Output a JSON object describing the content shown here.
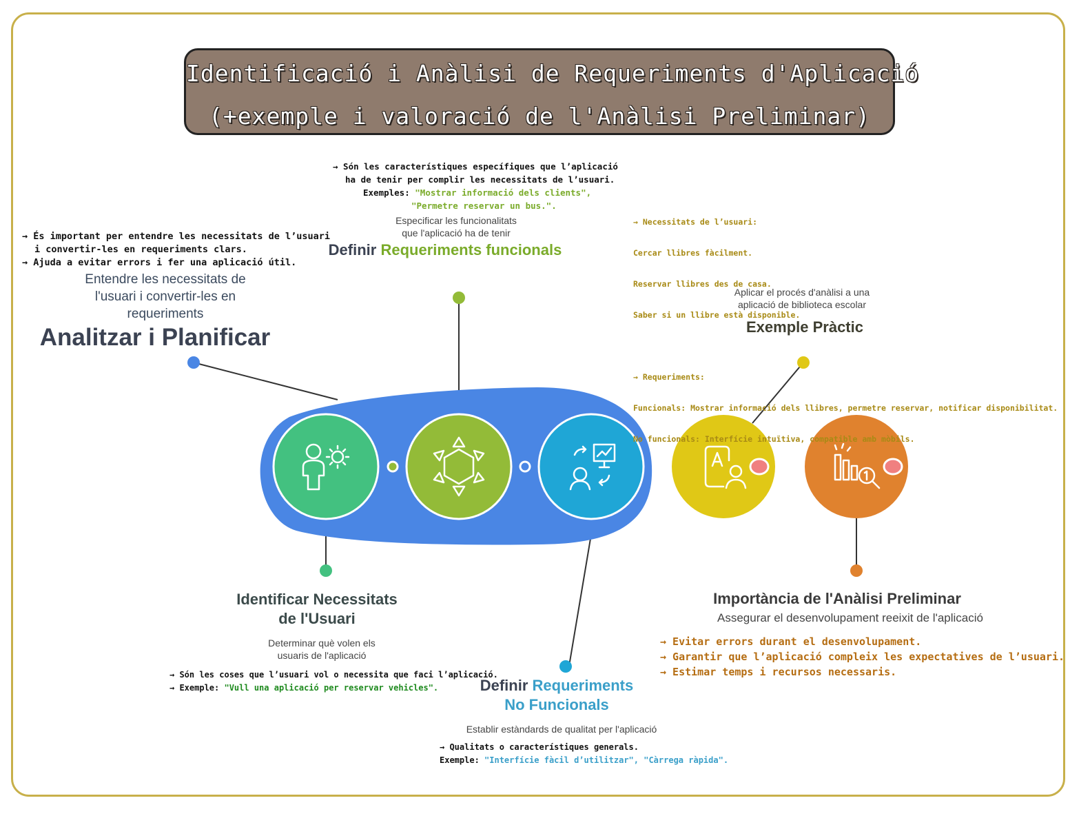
{
  "title": {
    "line1": "Identificació i Anàlisi de Requeriments d'Aplicació",
    "line2": "(+exemple i valoració de l'Anàlisi Preliminar)"
  },
  "analitzar": {
    "notes": [
      "→ És important per entendre les necessitats de l’usuari",
      "i convertir-les en requeriments clars.",
      "→ Ajuda a evitar errors i fer una aplicació útil."
    ],
    "description": [
      "Entendre les necessitats de",
      "l'usuari i convertir-les en",
      "requeriments"
    ],
    "heading": "Analitzar i Planificar"
  },
  "funcionals": {
    "notes": [
      "→ Són les característiques específiques que l’aplicació",
      "ha de tenir per complir les necessitats de l’usuari."
    ],
    "example_label": "Exemples:",
    "example_values": [
      "\"Mostrar informació dels clients\",",
      "\"Permetre reservar un bus.\"."
    ],
    "description": [
      "Especificar les funcionalitats",
      "que l'aplicació ha de tenir"
    ],
    "heading_prefix": "Definir ",
    "heading_colored": "Requeriments funcionals"
  },
  "practic": {
    "notes": [
      "→ Necessitats de l’usuari:",
      "Cercar llibres fàcilment.",
      "Reservar llibres des de casa.",
      "Saber si un llibre està disponible.",
      "",
      "→ Requeriments:",
      "Funcionals: Mostrar informació dels llibres, permetre reservar, notificar disponibilitat.",
      "No funcionals: Interfície intuïtiva, compatible amb mòbils."
    ],
    "description": [
      "Aplicar el procés d'anàlisi a una",
      "aplicació de biblioteca escolar"
    ],
    "heading": "Exemple Pràctic"
  },
  "necessitats": {
    "heading": [
      "Identificar Necessitats",
      "de l'Usuari"
    ],
    "description": [
      "Determinar què volen els",
      "usuaris de l'aplicació"
    ],
    "note1": "→ Són les coses que l’usuari vol o necessita que faci l’aplicació.",
    "example_label": "→ Exemple:",
    "example_value": "\"Vull una aplicació per reservar vehicles\"."
  },
  "nofuncionals": {
    "heading_prefix": "Definir ",
    "heading_colored1": "Requeriments",
    "heading_colored2": "No Funcionals",
    "description": "Establir estàndards de qualitat per l'aplicació",
    "note1": "→ Qualitats o característiques generals.",
    "example_label": "Exemple:",
    "example_value": "\"Interfície fàcil d’utilitzar\", \"Càrrega ràpida\"."
  },
  "importancia": {
    "heading": "Importància de l'Anàlisi Preliminar",
    "description": "Assegurar el desenvolupament reeixit de l'aplicació",
    "notes": [
      "→ Evitar errors durant el desenvolupament.",
      "→ Garantir que l’aplicació compleix les expectatives de l’usuari.",
      "→ Estimar temps i recursos necessaris."
    ]
  },
  "colors": {
    "blob": "#4a86e4",
    "green": "#43c180",
    "lime": "#93bb38",
    "cyan": "#1fa6d6",
    "yellow": "#e0c816",
    "orange": "#e0822e",
    "heading_dark": "#3b4252"
  },
  "icons": [
    "person-gear-icon",
    "network-icon",
    "presentation-exchange-icon",
    "document-person-icon",
    "chart-search-icon"
  ]
}
